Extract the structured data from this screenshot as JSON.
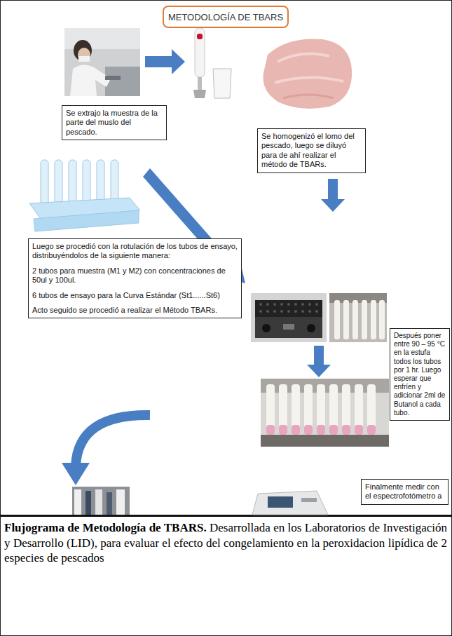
{
  "diagram": {
    "title": "METODOLOGÍA DE TBARS",
    "caption": "Flujograma de Metodología de TBARS.",
    "nodes": [
      {
        "text": [
          "Se extrajo la muestra de la parte del muslo del pescado."
        ]
      },
      {
        "text": [
          "Se homogenizó el lomo del pescado, luego se diluyó para de ahí realizar el método de TBARs."
        ]
      },
      {
        "text": [
          "Luego se procedió con la rotulación de los tubos de ensayo, distribuyéndolos de la siguiente manera:",
          "2 tubos para muestra (M1 y M2) con concentraciones de 50ul y 100ul.",
          "6 tubos de ensayo para la Curva Estándar (St1......St6)",
          "Acto seguido se procedió a realizar el Método TBARs."
        ]
      },
      {
        "text": [
          "Después poner entre 90 – 95 °C en la estufa todos los tubos por 1 hr. Luego esperar que enfríen y adicionar 2ml de Butanol a cada tubo."
        ]
      },
      {
        "text": [
          "Finalmente medir con el espectrofotómetro a"
        ]
      }
    ],
    "labels": [
      "Desarrollada en los Laboratorios de Investigación y Desarrollo (LID), para evaluar el efecto del congelamiento en la peroxidacion lipídica de 2 especies de pescados"
    ]
  }
}
